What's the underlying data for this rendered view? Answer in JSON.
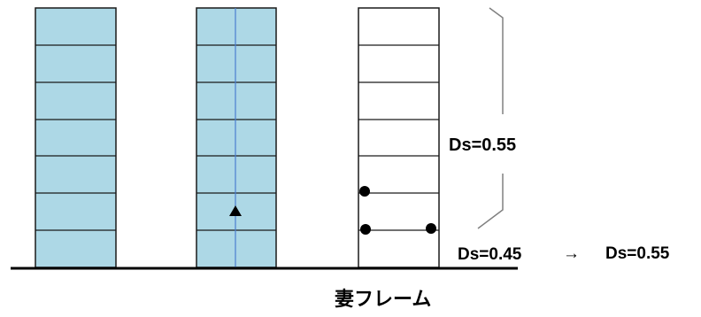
{
  "caption": "妻フレーム",
  "labels": {
    "upper_ds": "Ds=0.55",
    "lower_ds_before": "Ds=0.45",
    "arrow": "→",
    "lower_ds_after": "Ds=0.55"
  },
  "frames": [
    {
      "id": "frame-1",
      "fill": "#add8e6",
      "stories": 7,
      "center_line": false
    },
    {
      "id": "frame-2",
      "fill": "#add8e6",
      "stories": 7,
      "center_line": true
    },
    {
      "id": "frame-3",
      "fill": "#ffffff",
      "stories": 7,
      "center_line": false
    }
  ],
  "colors": {
    "frame_stroke": "#1a1a1a",
    "center_line": "#4a7fd0",
    "ground": "#000000",
    "brace": "#808080",
    "marker": "#000000"
  },
  "markers": [
    {
      "frame": "frame-2",
      "shape": "triangle"
    },
    {
      "frame": "frame-3",
      "shape": "dot"
    },
    {
      "frame": "frame-3",
      "shape": "dot"
    },
    {
      "frame": "frame-3",
      "shape": "dot"
    }
  ]
}
